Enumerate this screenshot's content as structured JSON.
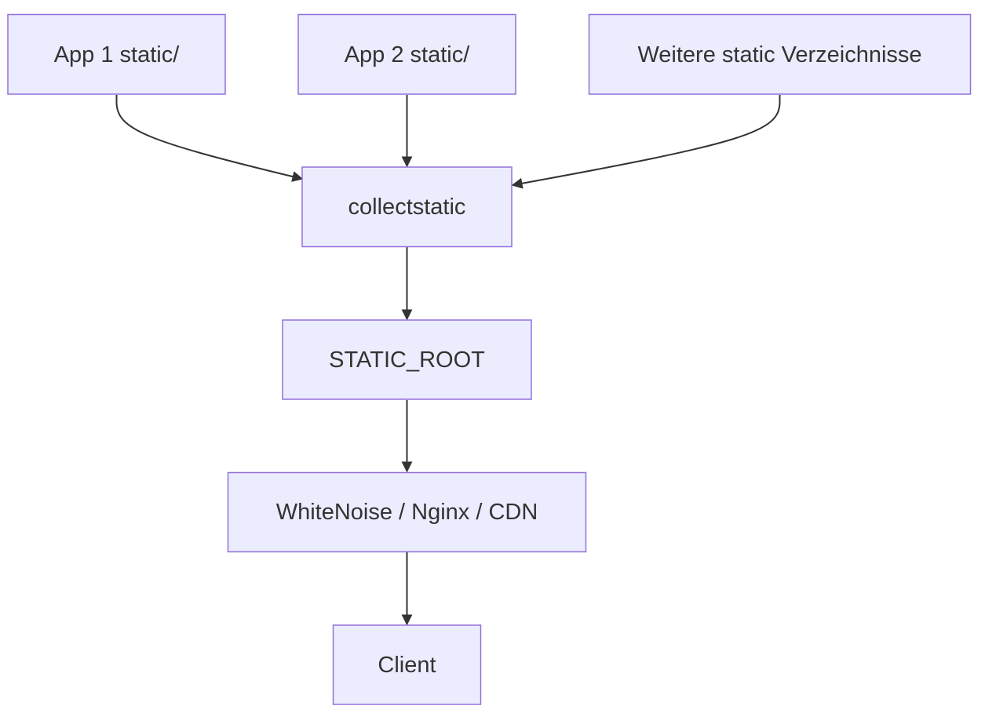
{
  "diagram": {
    "type": "flowchart",
    "direction": "top-down",
    "colors": {
      "node_fill": "#ECECFF",
      "node_border": "#9370DB",
      "text": "#333333",
      "edge": "#333333"
    },
    "nodes": [
      {
        "id": "app1",
        "label": "App 1 static/"
      },
      {
        "id": "app2",
        "label": "App 2 static/"
      },
      {
        "id": "weitere",
        "label": "Weitere static Verzeichnisse"
      },
      {
        "id": "collect",
        "label": "collectstatic"
      },
      {
        "id": "root",
        "label": "STATIC_ROOT"
      },
      {
        "id": "serve",
        "label": "WhiteNoise / Nginx / CDN"
      },
      {
        "id": "client",
        "label": "Client"
      }
    ],
    "edges": [
      {
        "from": "app1",
        "to": "collect"
      },
      {
        "from": "app2",
        "to": "collect"
      },
      {
        "from": "weitere",
        "to": "collect"
      },
      {
        "from": "collect",
        "to": "root"
      },
      {
        "from": "root",
        "to": "serve"
      },
      {
        "from": "serve",
        "to": "client"
      }
    ]
  }
}
